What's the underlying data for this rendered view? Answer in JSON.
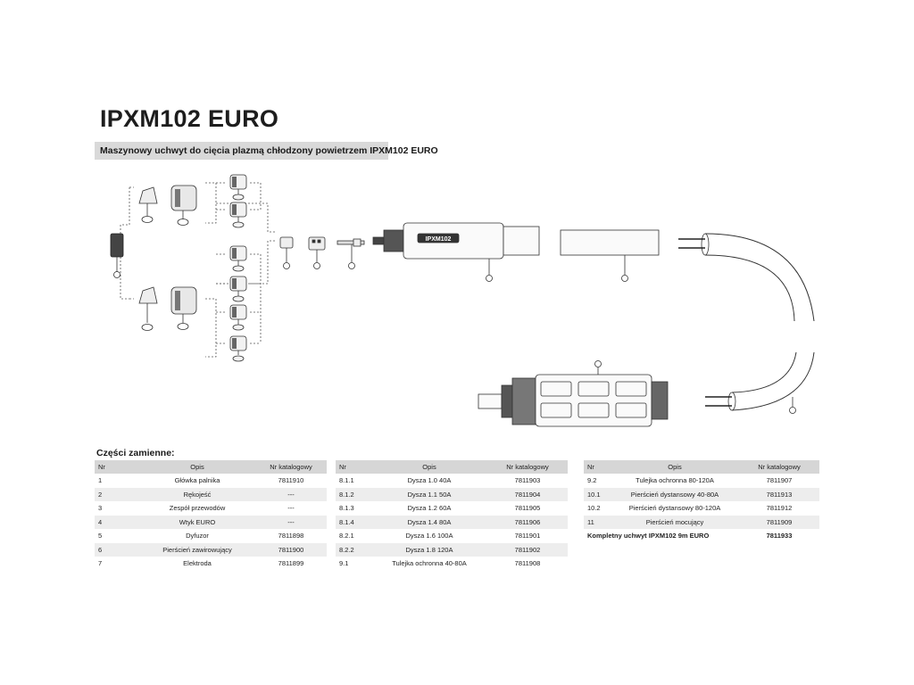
{
  "title": "IPXM102 EURO",
  "subtitle": "Maszynowy uchwyt do cięcia plazmą chłodzony powietrzem IPXM102 EURO",
  "torch_label": "IPXM102",
  "parts_heading": "Części zamienne:",
  "table_headers": {
    "nr": "Nr",
    "opis": "Opis",
    "katalog": "Nr katalogowy"
  },
  "table1": [
    {
      "nr": "1",
      "opis": "Główka palnika",
      "katalog": "7811910"
    },
    {
      "nr": "2",
      "opis": "Rękojeść",
      "katalog": "---"
    },
    {
      "nr": "3",
      "opis": "Zespół przewodów",
      "katalog": "---"
    },
    {
      "nr": "4",
      "opis": "Wtyk EURO",
      "katalog": "---"
    },
    {
      "nr": "5",
      "opis": "Dyfuzor",
      "katalog": "7811898"
    },
    {
      "nr": "6",
      "opis": "Pierścień zawirowujący",
      "katalog": "7811900"
    },
    {
      "nr": "7",
      "opis": "Elektroda",
      "katalog": "7811899"
    }
  ],
  "table2": [
    {
      "nr": "8.1.1",
      "opis": "Dysza 1.0 40A",
      "katalog": "7811903"
    },
    {
      "nr": "8.1.2",
      "opis": "Dysza 1.1 50A",
      "katalog": "7811904"
    },
    {
      "nr": "8.1.3",
      "opis": "Dysza 1.2 60A",
      "katalog": "7811905"
    },
    {
      "nr": "8.1.4",
      "opis": "Dysza 1.4 80A",
      "katalog": "7811906"
    },
    {
      "nr": "8.2.1",
      "opis": "Dysza 1.6 100A",
      "katalog": "7811901"
    },
    {
      "nr": "8.2.2",
      "opis": "Dysza 1.8 120A",
      "katalog": "7811902"
    },
    {
      "nr": "9.1",
      "opis": "Tulejka ochronna 40-80A",
      "katalog": "7811908"
    }
  ],
  "table3": [
    {
      "nr": "9.2",
      "opis": "Tulejka ochronna 80-120A",
      "katalog": "7811907"
    },
    {
      "nr": "10.1",
      "opis": "Pierścień dystansowy 40-80A",
      "katalog": "7811913"
    },
    {
      "nr": "10.2",
      "opis": "Pierścień dystansowy 80-120A",
      "katalog": "7811912"
    },
    {
      "nr": "11",
      "opis": "Pierścień mocujący",
      "katalog": "7811909"
    }
  ],
  "table3_total": {
    "opis": "Kompletny uchwyt IPXM102 9m EURO",
    "katalog": "7811933"
  }
}
